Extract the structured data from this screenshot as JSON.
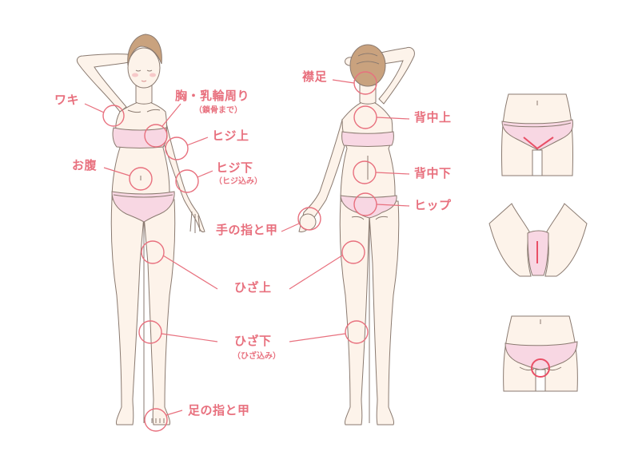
{
  "diagram": {
    "type": "body-area-map",
    "colors": {
      "accent": "#e8707e",
      "skin": "#fdf3ea",
      "outline": "#8a7a70",
      "underwear": "#f8d7e3",
      "hair": "#c9a27e",
      "marker": "#e94f66"
    },
    "front_figure": {
      "labels": {
        "waki": "ワキ",
        "chest": "胸・乳輪周り",
        "chest_sub": "（鎖骨まで）",
        "elbow_upper": "ヒジ上",
        "elbow_lower": "ヒジ下",
        "elbow_lower_sub": "（ヒジ込み）",
        "belly": "お腹",
        "toes": "足の指と甲"
      }
    },
    "back_figure": {
      "labels": {
        "nape": "襟足",
        "back_upper": "背中上",
        "back_lower": "背中下",
        "hip": "ヒップ"
      }
    },
    "shared_labels": {
      "hand": "手の指と甲",
      "knee_upper": "ひざ上",
      "knee_lower": "ひざ下",
      "knee_lower_sub": "（ひざ込み）"
    },
    "detail_panels": [
      {
        "name": "vio-v-line",
        "marker": "v-shape"
      },
      {
        "name": "vio-i-line",
        "marker": "vertical-line"
      },
      {
        "name": "vio-o-line",
        "marker": "circle"
      }
    ]
  }
}
